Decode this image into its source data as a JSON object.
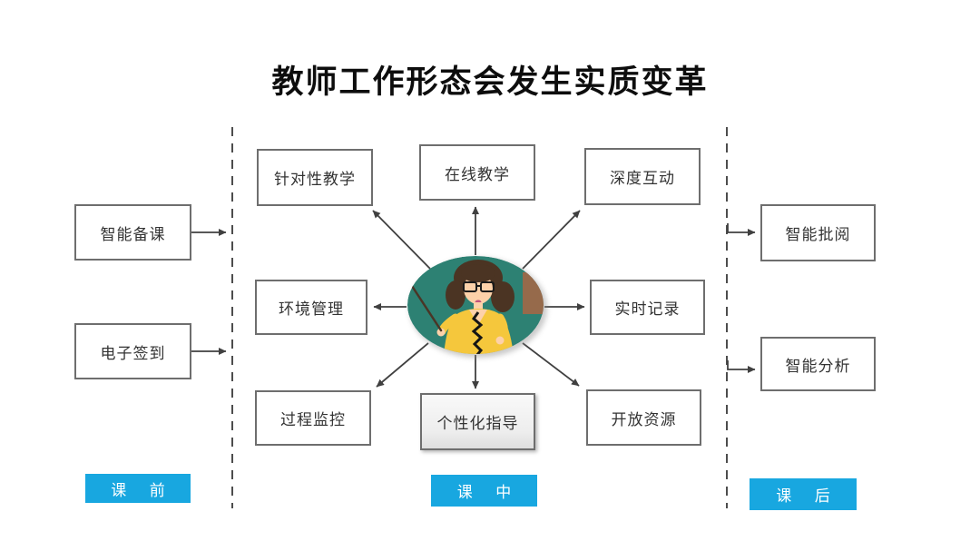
{
  "title": "教师工作形态会发生实质变革",
  "stages": {
    "pre_class": {
      "label": "课前",
      "items": [
        {
          "label": "智能备课"
        },
        {
          "label": "电子签到"
        }
      ]
    },
    "in_class": {
      "label": "课中",
      "items": [
        {
          "label": "针对性教学"
        },
        {
          "label": "在线教学"
        },
        {
          "label": "深度互动"
        },
        {
          "label": "环境管理"
        },
        {
          "label": "实时记录"
        },
        {
          "label": "过程监控"
        },
        {
          "label": "个性化指导"
        },
        {
          "label": "开放资源"
        }
      ]
    },
    "post_class": {
      "label": "课后",
      "items": [
        {
          "label": "智能批阅"
        },
        {
          "label": "智能分析"
        }
      ]
    }
  },
  "center_image": "teacher-avatar",
  "colors": {
    "stage_accent": "#18a7e0",
    "box_border": "#6e6e6e",
    "connector": "#404040",
    "title_text": "#0d0d0d",
    "chalkboard": "#2d8173",
    "jacket_yellow": "#f5c73c"
  }
}
